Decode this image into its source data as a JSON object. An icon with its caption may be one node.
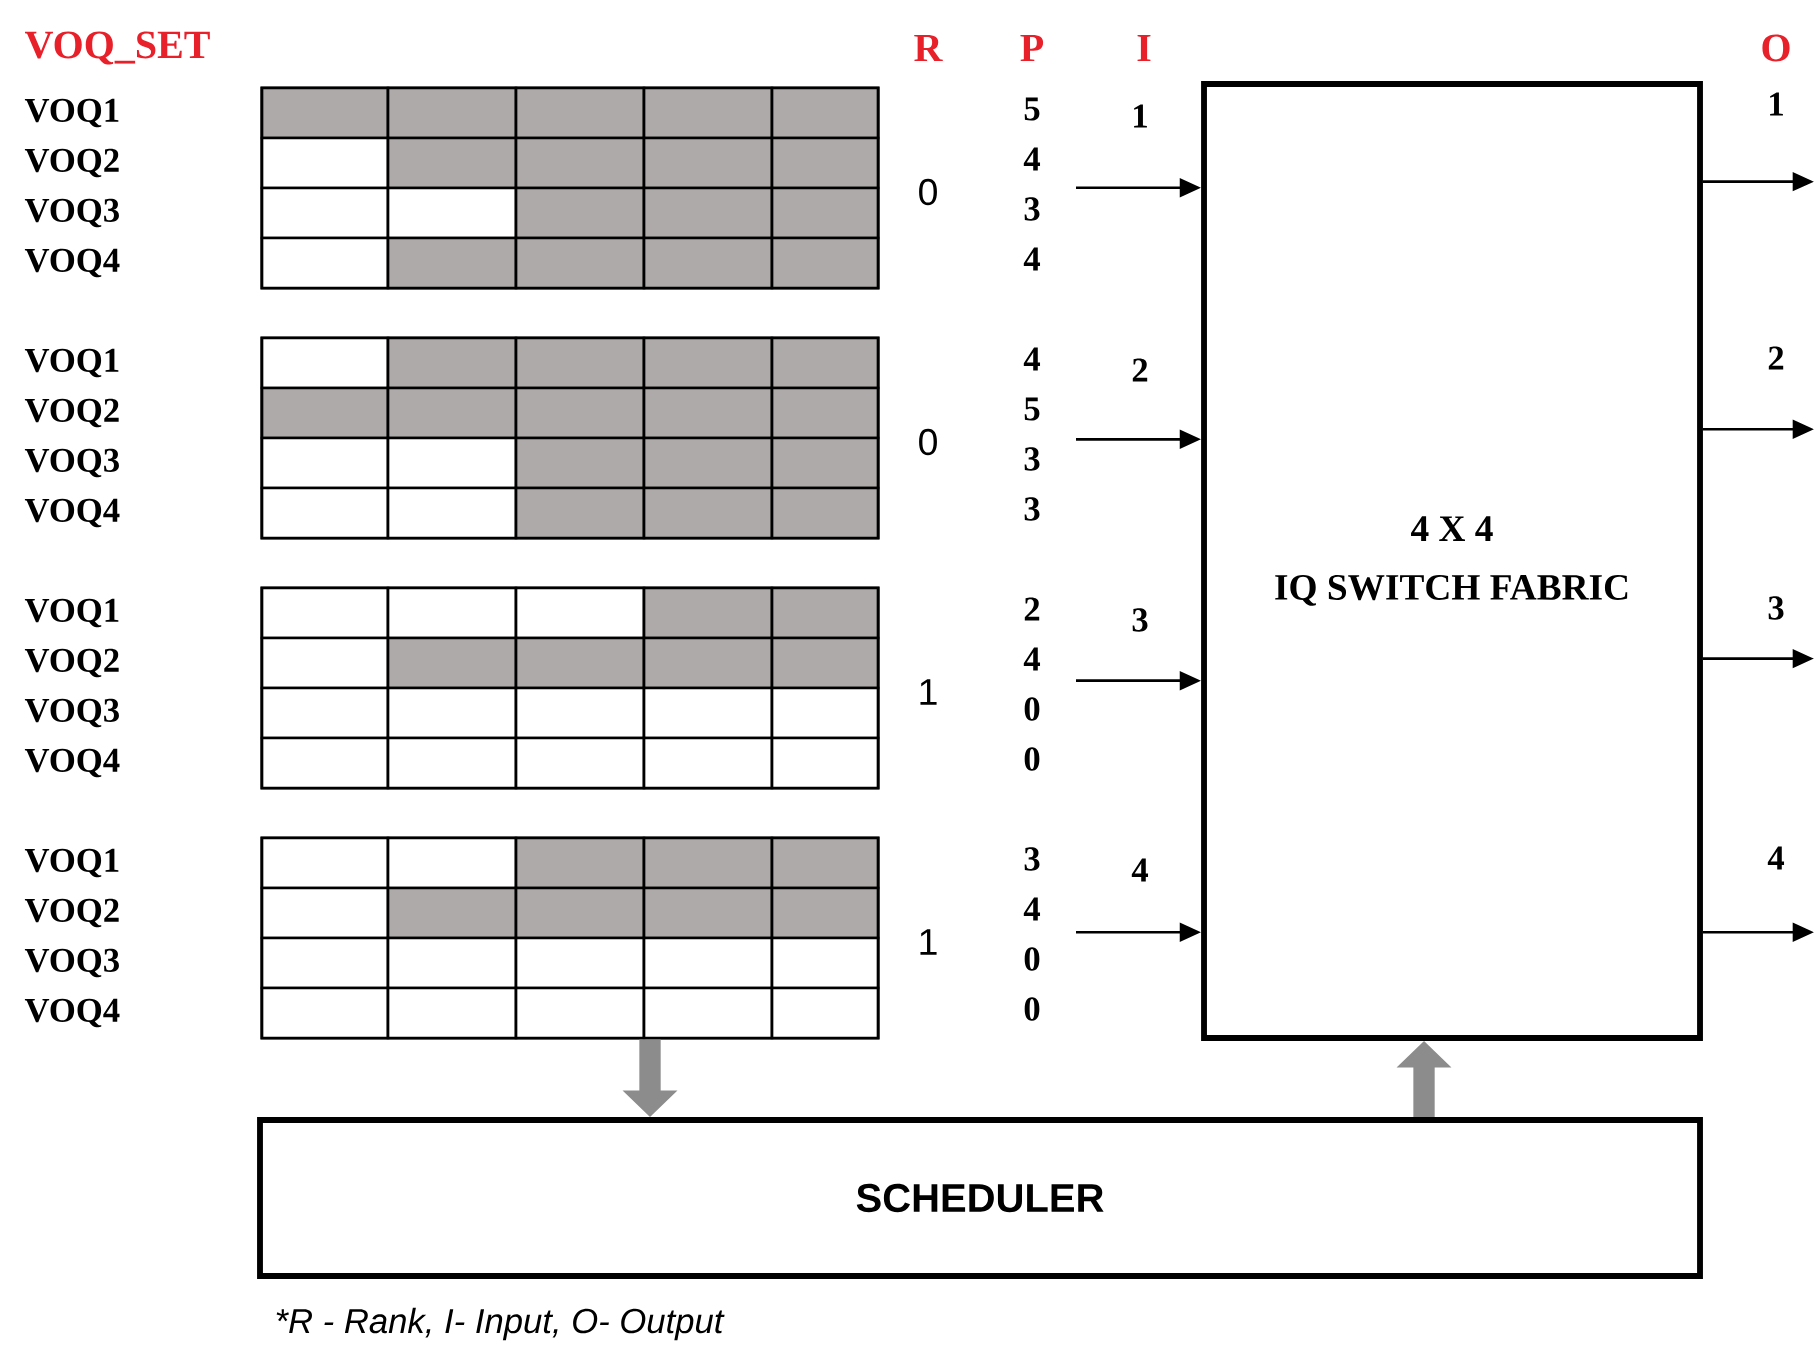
{
  "diagram": {
    "caption": "*R - Rank, I- Input, O- Output",
    "nodes": [
      {
        "text": [
          "4 X 4",
          "IQ SWITCH FABRIC"
        ]
      },
      {
        "text": [
          "SCHEDULER"
        ]
      },
      {
        "text": [],
        "shape": "box"
      },
      {
        "text": [],
        "shape": "box"
      },
      {
        "text": [],
        "shape": "box"
      },
      {
        "text": [],
        "shape": "box"
      }
    ],
    "edges": [
      {
        "from": null,
        "to": 0,
        "arrow": "to"
      },
      {
        "from": null,
        "to": 0,
        "arrow": "to"
      },
      {
        "from": null,
        "to": 0,
        "arrow": "to"
      },
      {
        "from": null,
        "to": 0,
        "arrow": "to"
      },
      {
        "from": 0,
        "to": null,
        "arrow": "to"
      },
      {
        "from": 0,
        "to": null,
        "arrow": "to"
      },
      {
        "from": 0,
        "to": null,
        "arrow": "to"
      },
      {
        "from": 0,
        "to": null,
        "arrow": "to"
      },
      {
        "from": 5,
        "to": 1,
        "arrow": "to",
        "style": "thick",
        "color": "#8c8c8c"
      },
      {
        "from": 1,
        "to": 0,
        "arrow": "to",
        "style": "thick",
        "color": "#8c8c8c"
      }
    ],
    "labels": [
      "VOQ_SET",
      "R",
      "P",
      "I",
      "O",
      "VOQ1",
      "VOQ2",
      "VOQ3",
      "VOQ4",
      "0",
      "5",
      "4",
      "3",
      "4",
      "1",
      "1",
      "VOQ1",
      "VOQ2",
      "VOQ3",
      "VOQ4",
      "0",
      "4",
      "5",
      "3",
      "3",
      "2",
      "2",
      "VOQ1",
      "VOQ2",
      "VOQ3",
      "VOQ4",
      "1",
      "2",
      "4",
      "0",
      "0",
      "3",
      "3",
      "VOQ1",
      "VOQ2",
      "VOQ3",
      "VOQ4",
      "1",
      "3",
      "4",
      "0",
      "0",
      "4",
      "4"
    ]
  }
}
